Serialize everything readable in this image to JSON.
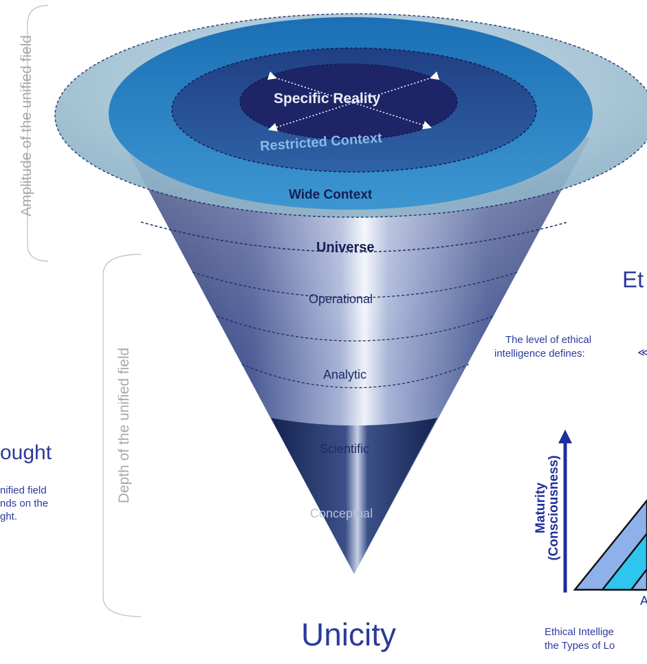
{
  "colors": {
    "outer_ring": "#9fc3d6",
    "wide_context": "#2d86c4",
    "restricted_context": "#274f93",
    "specific_reality": "#1d2566",
    "cone_light": "#b9c3dd",
    "cone_dark": "#1f2f6a",
    "cone_tip": "#14245c",
    "ethics_blue": "#2b3a9c",
    "dash": "#1b2a6b",
    "bracket": "#bdbdbd",
    "arrow": "#1f2f9a",
    "tri_light": "#8fb1ea",
    "tri_cyan": "#2ec5ef"
  },
  "funnel": {
    "specific_reality": "Specific Reality",
    "restricted_context": "Restricted Context",
    "wide_context": "Wide Context",
    "universe": "Universe",
    "operational": "Operational",
    "analytic": "Analytic",
    "scientific": "Scientific",
    "conceptual": "Conceptual",
    "unicity": "Unicity"
  },
  "brackets": {
    "amplitude": "Amplitude of the unified field",
    "depth": "Depth of the unified field"
  },
  "left_panel": {
    "title": "ought",
    "line1": "nified field",
    "line2": "nds on the",
    "line3": "ght."
  },
  "right_panel": {
    "title": "Et",
    "level_line1": "The level of ethical",
    "level_line2": "intelligence defines:",
    "level_mark": "≪",
    "axis_label_line1": "Maturity",
    "axis_label_line2": "(Consciousness)",
    "axis_bottom": "A",
    "caption_line1": "Ethical Intellige",
    "caption_line2": "the Types of Lo"
  }
}
